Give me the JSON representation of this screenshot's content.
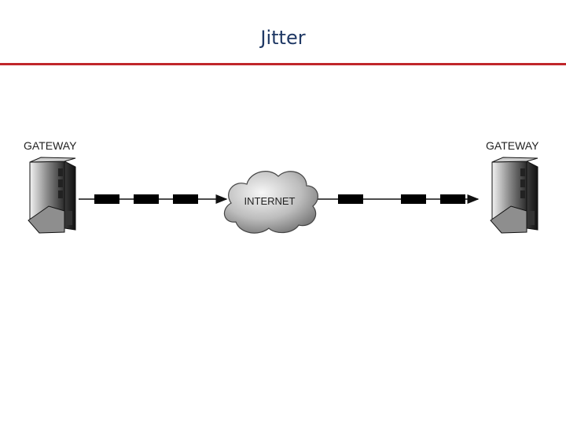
{
  "slide": {
    "title": "Jitter",
    "accent_color": "#c0262a",
    "title_color": "#1f3864"
  },
  "diagram": {
    "left_node": {
      "label": "GATEWAY",
      "icon": "server-tower-icon"
    },
    "right_node": {
      "label": "GATEWAY",
      "icon": "server-tower-icon"
    },
    "cloud": {
      "label": "INTERNET",
      "icon": "cloud-icon"
    },
    "packets_before_cloud": 3,
    "packets_after_cloud": 3,
    "packet_spacing_note": ""
  }
}
